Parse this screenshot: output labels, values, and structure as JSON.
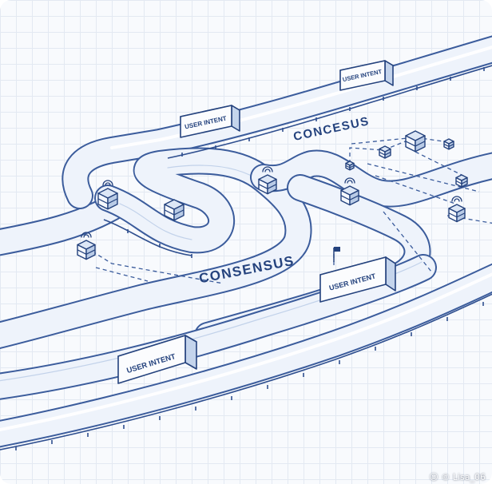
{
  "colors": {
    "ink": "#24427d",
    "track_fill": "#eef3fb",
    "grid": "#e3e9f2",
    "background": "#f8fafd"
  },
  "containers": [
    {
      "label": "USER INTENT"
    },
    {
      "label": "USER INTENT"
    },
    {
      "label": "USER INTENT"
    },
    {
      "label": "USER INTENT"
    }
  ],
  "road_labels": {
    "top": "CONCESUS",
    "middle": "CONSENSUS"
  },
  "icons": [
    "node-crate-icon",
    "wifi-signal-icon",
    "flag-icon"
  ],
  "watermark": "☺ © Lisa_06"
}
